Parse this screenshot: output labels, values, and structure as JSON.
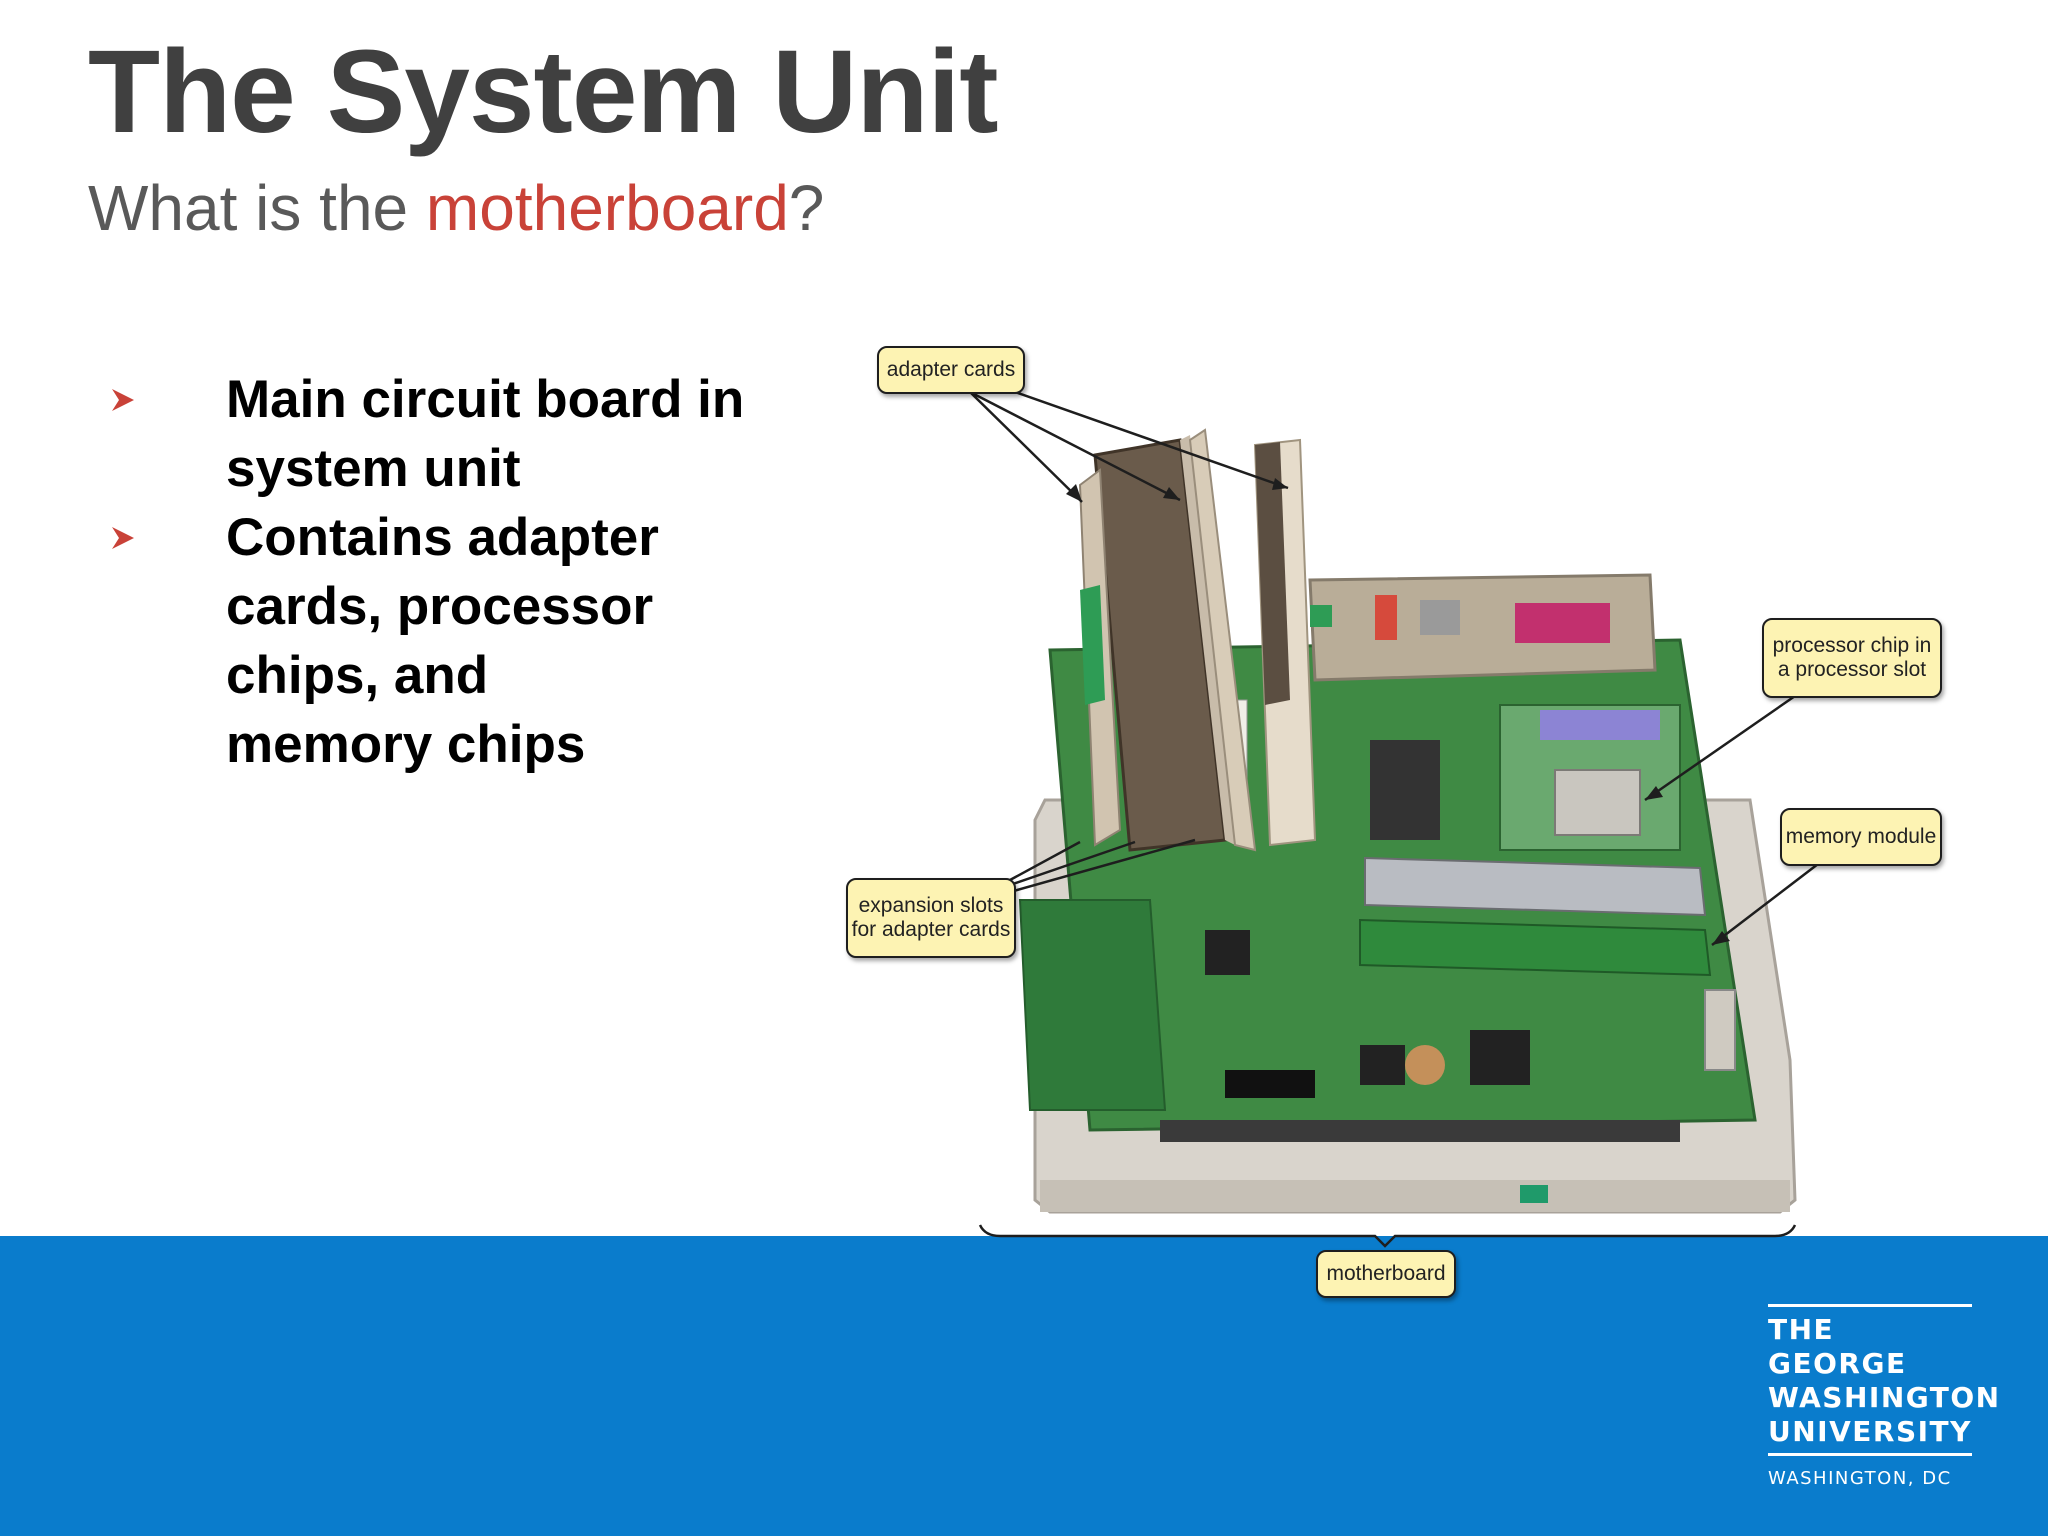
{
  "slide": {
    "title": "The System Unit",
    "subtitle_prefix": "What is the ",
    "subtitle_highlight": "motherboard",
    "subtitle_suffix": "?",
    "highlight_color": "#c94238",
    "bullet_marker_icon": "chevron-arrow-icon",
    "bullets": [
      {
        "lines": [
          "Main circuit board in",
          "system unit"
        ]
      },
      {
        "lines": [
          "Contains adapter",
          "cards, processor",
          "chips, and",
          "memory chips"
        ]
      }
    ]
  },
  "figure": {
    "callouts": {
      "adapter_cards": "adapter cards",
      "processor": [
        "processor chip in",
        "a processor slot"
      ],
      "memory_module": "memory module",
      "expansion_slots": [
        "expansion slots",
        "for adapter cards"
      ],
      "motherboard": "motherboard"
    }
  },
  "footer": {
    "color": "#0a7ccc",
    "logo": {
      "name_lines": [
        "THE GEORGE",
        "WASHINGTON",
        "UNIVERSITY"
      ],
      "city": "WASHINGTON, DC"
    }
  }
}
